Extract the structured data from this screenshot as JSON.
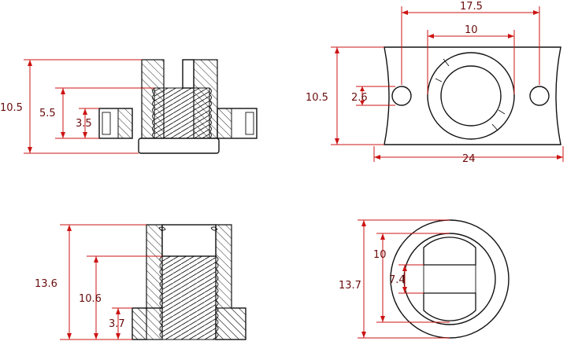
{
  "views": {
    "flanged_section": {
      "dims": {
        "overall_height": "10.5",
        "thread_depth": "5.5",
        "flange_height": "3.5"
      }
    },
    "flanged_top": {
      "dims": {
        "hole_spacing": "17.5",
        "bore": "10",
        "height": "10.5",
        "hole_dia": "2.6",
        "width": "24"
      }
    },
    "round_section": {
      "dims": {
        "overall_height": "13.6",
        "thread_depth": "10.6",
        "flange_height": "3.7"
      }
    },
    "round_top": {
      "dims": {
        "outer_dia": "13.7",
        "bore": "10",
        "slot_width": "7.4"
      }
    }
  }
}
